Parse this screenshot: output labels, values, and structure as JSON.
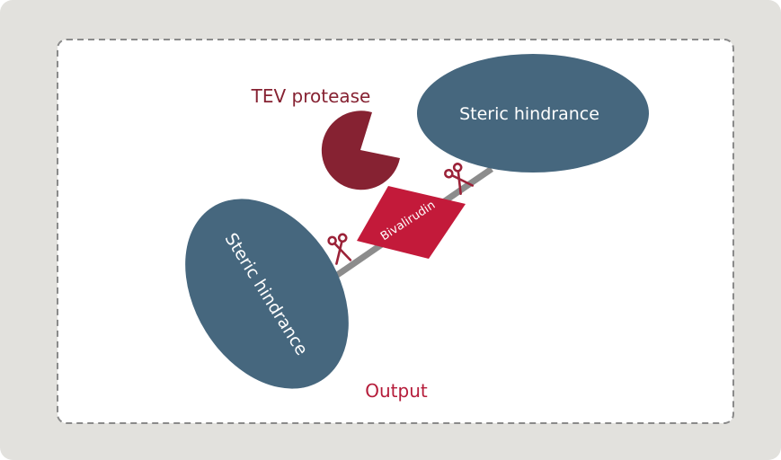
{
  "diagram": {
    "labels": {
      "tev_protease": "TEV protease",
      "bivalirudin": "Bivalirudin",
      "steric_top": "Steric hindrance",
      "steric_bottom": "Steric hindrance",
      "output": "Output"
    },
    "icons": {
      "cleavage_sites": [
        "scissors-icon",
        "scissors-icon"
      ],
      "enzyme": "pacman-protease-icon"
    },
    "colors": {
      "frame_bg": "#e2e1dd",
      "panel_bg": "#ffffff",
      "dash": "#8a8a8a",
      "steric": "#46677e",
      "protease": "#862232",
      "bivalirudin": "#c31a3a",
      "output_text": "#b51c3a",
      "linker": "#8c8c8c",
      "scissors": "#9b2238",
      "text_light": "#ffffff"
    }
  }
}
